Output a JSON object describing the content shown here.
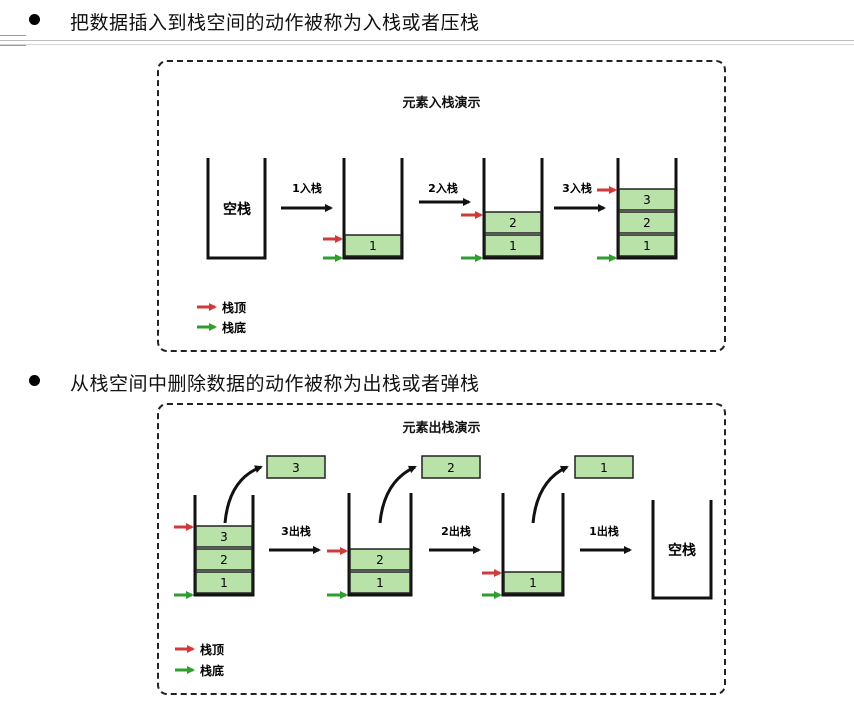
{
  "bullets": [
    {
      "text": "把数据插入到栈空间的动作被称为入栈或者压栈"
    },
    {
      "text": "从栈空间中删除数据的动作被称为出栈或者弹栈"
    }
  ],
  "push_diagram": {
    "title": "元素入栈演示",
    "empty_label": "空栈",
    "steps": [
      "1入栈",
      "2入栈",
      "3入栈"
    ],
    "block_labels": [
      "1",
      "2",
      "3"
    ],
    "legend_top": "栈顶",
    "legend_bottom": "栈底"
  },
  "pop_diagram": {
    "title": "元素出栈演示",
    "empty_label": "空栈",
    "steps": [
      "3出栈",
      "2出栈",
      "1出栈"
    ],
    "block_labels": [
      "1",
      "2",
      "3"
    ],
    "legend_top": "栈顶",
    "legend_bottom": "栈底"
  },
  "colors": {
    "block_fill": "#b9e2a9",
    "block_stroke": "#222222",
    "top_arrow": "#d13a3a",
    "bottom_arrow": "#2e9e2e",
    "text": "#111111"
  }
}
